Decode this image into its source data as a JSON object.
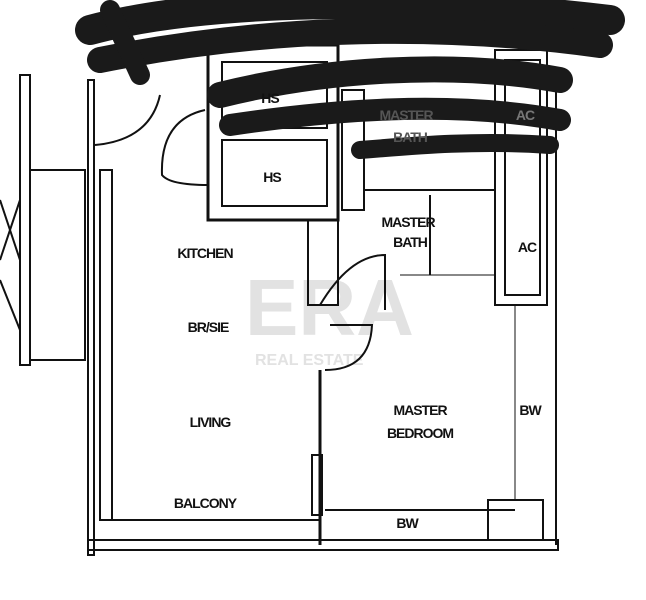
{
  "watermark": {
    "logo": "ERA",
    "sub": "REAL ESTATE"
  },
  "rooms": {
    "hs_top": "HS",
    "master_bath_top": "MASTER",
    "master_bath_top_2": "BATH",
    "ac_top": "AC",
    "hs": "HS",
    "master_bath": "MASTER",
    "master_bath_2": "BATH",
    "ac": "AC",
    "kitchen": "KITCHEN",
    "brsie": "BR/SIE",
    "living": "LIVING",
    "balcony": "BALCONY",
    "master_bedroom": "MASTER",
    "master_bedroom_2": "BEDROOM",
    "bw_right": "BW",
    "bw_bottom": "BW"
  },
  "colors": {
    "line": "#111111",
    "redaction": "#1a1a1a",
    "watermark": "#e2e2e2"
  }
}
